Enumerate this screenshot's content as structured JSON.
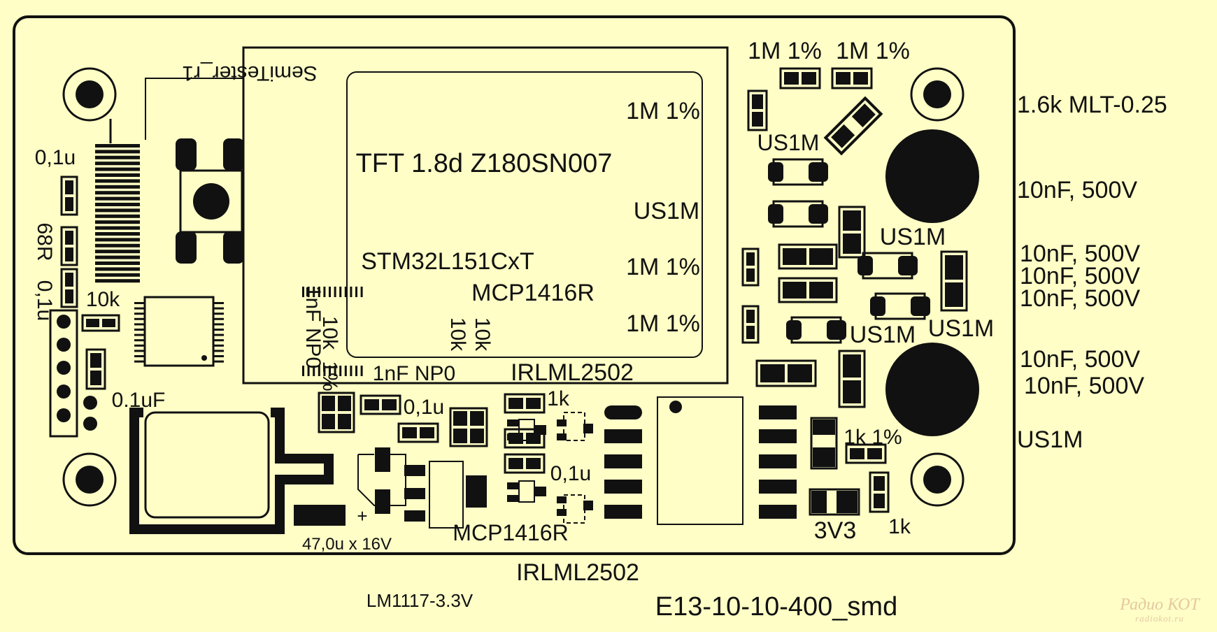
{
  "board": {
    "pcb_name": "SemiTester_r1",
    "footer_label": "E13-10-10-400_smd",
    "regulator_label": "LM1117-3.3V"
  },
  "display": {
    "model": "TFT 1.8d Z180SN007"
  },
  "ics": {
    "mcu": "STM32L151CxT",
    "driver": "MCP1416R"
  },
  "labels": {
    "l1m_1": "1M  1%",
    "l1m_2": "1M  1%",
    "l1m_3": "1M  1%",
    "l1m_4": "1M  1%",
    "l1m_5": "1M  1%",
    "us1m_1": "US1M",
    "us1m_2": "US1M",
    "us1m_3": "US1M",
    "us1m_4": "US1M",
    "us1m_5": "US1M",
    "c01u_1": "0,1u",
    "c01u_2": "0,1u",
    "c01u_3": "0,1u",
    "c01uF": "0.1uF",
    "r68": "68R",
    "c01u_side": "0,1u",
    "r10k_1": "10k",
    "r10k_2": "10k",
    "r10k_3": "10k",
    "r10k_4": "10k",
    "r1pct": "1%",
    "c1nf_v": "1nF NP0",
    "c1nf_h": "1nF  NP0",
    "irlml_1": "IRLML2502",
    "irlml_2": "IRLML2502",
    "mcp_top": "MCP1416R",
    "mcp_bot": "MCP1416R",
    "r1k_1": "1k",
    "r1k_2": "1k",
    "r1k_1pct": "1k  1%",
    "cap47": "47,0u x 16V",
    "v3v3": "3V3",
    "plus": "+"
  },
  "legend": {
    "resistor": "1.6k MLT-0.25",
    "cap_1": "10nF, 500V",
    "cap_2": "10nF, 500V",
    "cap_3": "10nF, 500V",
    "cap_4": "10nF, 500V",
    "cap_5": "10nF, 500V",
    "cap_6": "10nF, 500V",
    "diode": "US1M"
  },
  "watermark": {
    "line1": "Радио КОТ",
    "line2": "radiokot.ru"
  },
  "colors": {
    "background": "#fefec6",
    "ink": "#111111",
    "watermark": "#e4c9a3"
  }
}
